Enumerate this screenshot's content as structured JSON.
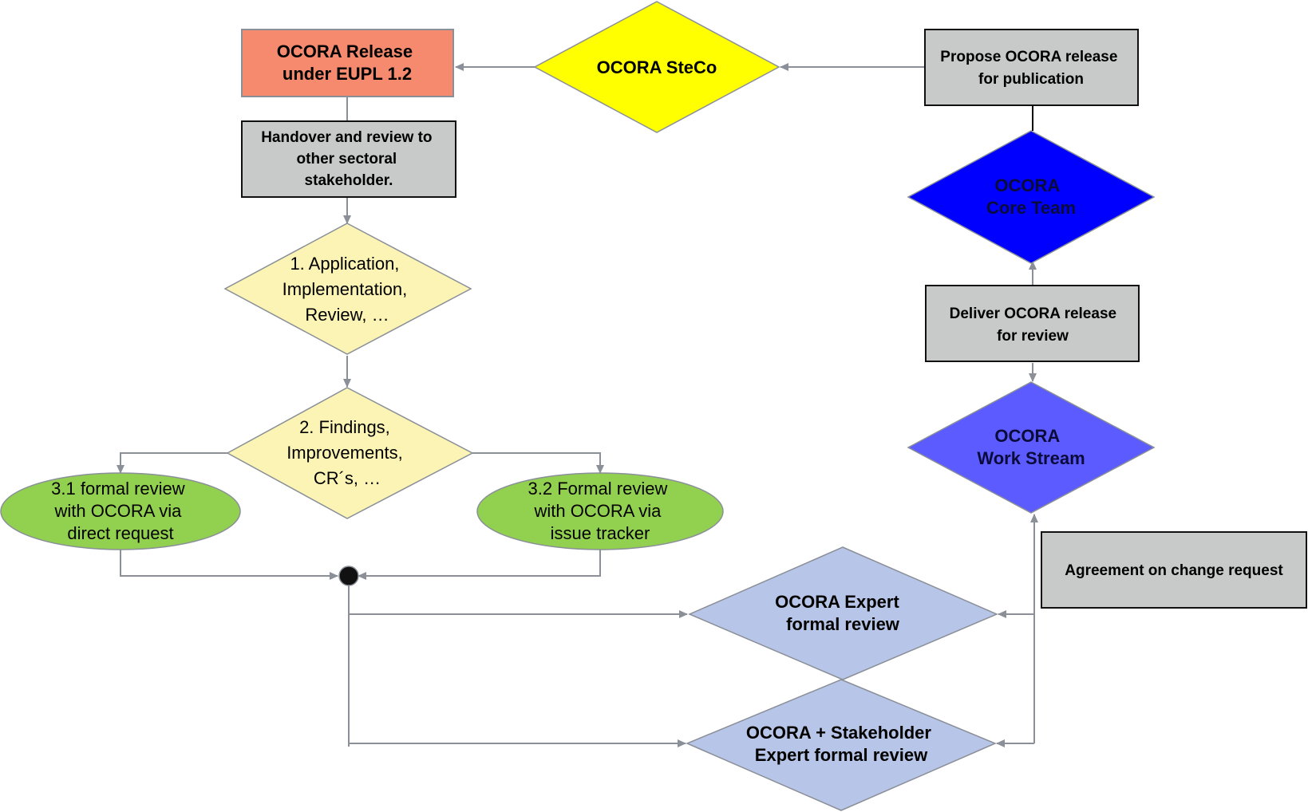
{
  "nodes": {
    "release": {
      "lines": [
        "OCORA Release",
        "under EUPL 1.2"
      ],
      "fill": "#f58a6e"
    },
    "steco": {
      "lines": [
        "OCORA SteCo"
      ],
      "fill": "#ffff00"
    },
    "propose": {
      "lines": [
        "Propose OCORA release",
        "for publication"
      ],
      "fill": "#c8c9c9"
    },
    "handover": {
      "lines": [
        "Handover and review to",
        "other sectoral",
        "stakeholder."
      ],
      "fill": "#c8c9c9"
    },
    "core_team": {
      "lines": [
        "OCORA",
        "Core Team"
      ],
      "fill": "#0000ff",
      "text_color": "#0b0b3a"
    },
    "application": {
      "lines": [
        "1. Application,",
        "Implementation,",
        "Review, …"
      ],
      "fill": "#fbf4b4"
    },
    "deliver": {
      "lines": [
        "Deliver OCORA release",
        "for review"
      ],
      "fill": "#c8c9c9"
    },
    "findings": {
      "lines": [
        "2. Findings,",
        "Improvements,",
        "CR´s, …"
      ],
      "fill": "#fbf4b4"
    },
    "work_stream": {
      "lines": [
        "OCORA",
        "Work Stream"
      ],
      "fill": "#5b5bff"
    },
    "formal_direct": {
      "lines": [
        "3.1 formal review",
        "with OCORA via",
        "direct request"
      ],
      "fill": "#92d050"
    },
    "formal_tracker": {
      "lines": [
        "3.2 Formal review",
        "with OCORA via",
        "issue tracker"
      ],
      "fill": "#92d050"
    },
    "agreement": {
      "lines": [
        "Agreement on change request"
      ],
      "fill": "#c8c9c9"
    },
    "expert_review": {
      "lines": [
        "OCORA Expert",
        "formal review"
      ],
      "fill": "#b7c6e8"
    },
    "stakeholder_review": {
      "lines": [
        "OCORA + Stakeholder",
        "Expert formal review"
      ],
      "fill": "#b7c6e8"
    }
  },
  "colors": {
    "edge": "#8a8f98",
    "junction": "#111111"
  }
}
